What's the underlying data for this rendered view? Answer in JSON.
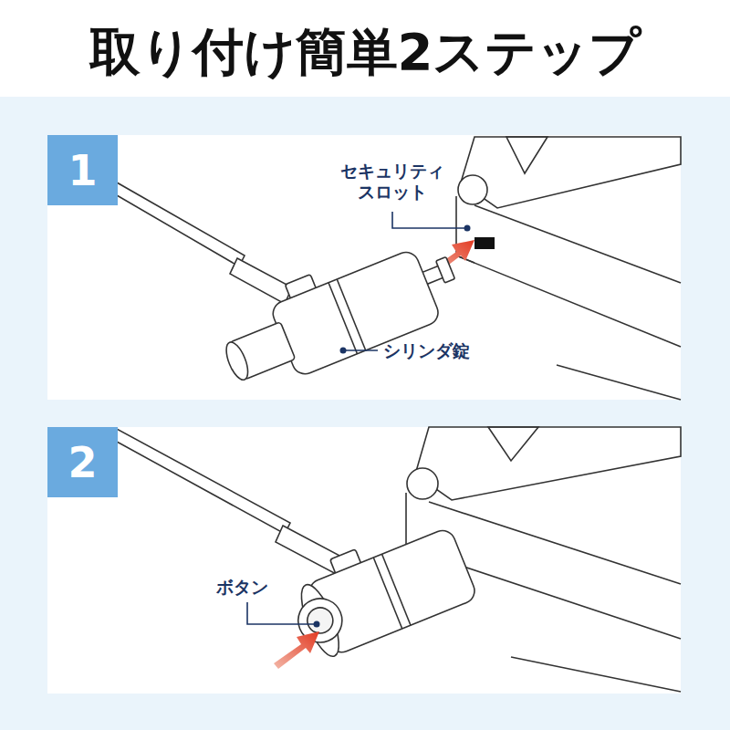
{
  "diagram": {
    "title": "取り付け簡単2ステップ",
    "nodes": [
      {
        "text": [
          "1"
        ]
      },
      {
        "text": [
          "2"
        ]
      }
    ],
    "labels": [
      "セキュリティ スロット",
      "シリンダ錠",
      "ボタン"
    ]
  }
}
